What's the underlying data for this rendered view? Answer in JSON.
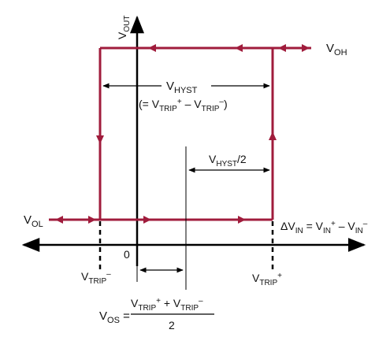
{
  "colors": {
    "loop": "#a01c3c",
    "axis": "#000000",
    "dimension": "#000000",
    "background": "#ffffff"
  },
  "labels": {
    "vout_main": "V",
    "vout_sub": "OUT",
    "voh_main": "V",
    "voh_sub": "OH",
    "vol_main": "V",
    "vol_sub": "OL",
    "origin": "0",
    "vhyst_main": "V",
    "vhyst_sub": "HYST",
    "vhyst_formula": {
      "open": "(= V",
      "sub1": "TRIP",
      "sup1": "+",
      "minus": " – V",
      "sub2": "TRIP",
      "sup2": "–",
      "close": ")"
    },
    "vhyst_half": {
      "main": "V",
      "sub": "HYST",
      "rest": "/2"
    },
    "dvin": {
      "delta": "ΔV",
      "sub1": "IN",
      "eq": " = V",
      "sub2": "IN",
      "sup2": "+",
      "minus": " – V",
      "sub3": "IN",
      "sup3": "–"
    },
    "vtrip_minus": {
      "main": "V",
      "sub": "TRIP",
      "sup": "–"
    },
    "vtrip_plus": {
      "main": "V",
      "sub": "TRIP",
      "sup": "+"
    },
    "vos": {
      "lhs_main": "V",
      "lhs_sub": "OS",
      "eq": " =",
      "num_main1": "V",
      "num_sub1": "TRIP",
      "num_sup1": "+",
      "num_plus": " + V",
      "num_sub2": "TRIP",
      "num_sup2": "–",
      "den": "2"
    }
  }
}
